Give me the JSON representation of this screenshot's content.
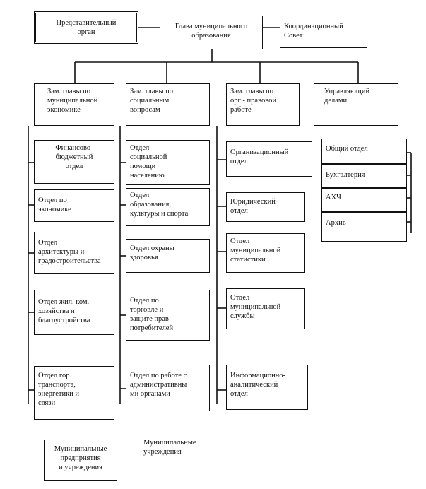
{
  "top": {
    "representative": "Представительный\nорган",
    "head": "Глава муниципального\nобразования",
    "council": "Координационный\nСовет"
  },
  "deputies": {
    "economy": "Зам. главы по\nмуниципальной\nэкономике",
    "social": "Зам.   главы   по\nсоциальным\nвопросам",
    "legal": "Зам. главы по\nорг - правовой\nработе",
    "affairs": "Управляющий\nделами"
  },
  "economy_depts": [
    "Финансово-\nбюджетный\nотдел",
    "Отдел          по\nэкономике",
    "Отдел\nархитектуры   и\nградостроительства",
    "Отдел жил. ком.\nхозяйства и\nблагоустройства",
    "Отдел гор.\nтранспорта,\nэнергетики и\nсвязи"
  ],
  "social_depts": [
    "Отдел\nсоциальной\nпомощи\nнаселению",
    "Отдел\nобразования,\nкультуры и спорта",
    "Отдел        охраны\nздоровья",
    "Отдел по\nторговле и\nзащите прав\nпотребителей",
    "Отдел по работе с\nадминистративны\nми органами"
  ],
  "legal_depts": [
    "Организационный\nотдел",
    "Юридический\nотдел",
    "Отдел\nмуниципальной\nстатистики",
    "Отдел\nмуниципальной\nслужбы",
    "Информационно-\nаналитический\nотдел"
  ],
  "affairs_depts": [
    "Общий отдел",
    "Бухгалтерия",
    "АХЧ",
    "Архив"
  ],
  "bottom": {
    "enterprises": "Муниципальные\nпредприятия\nи учреждения",
    "institutions": "Муниципальные\nучреждения"
  }
}
